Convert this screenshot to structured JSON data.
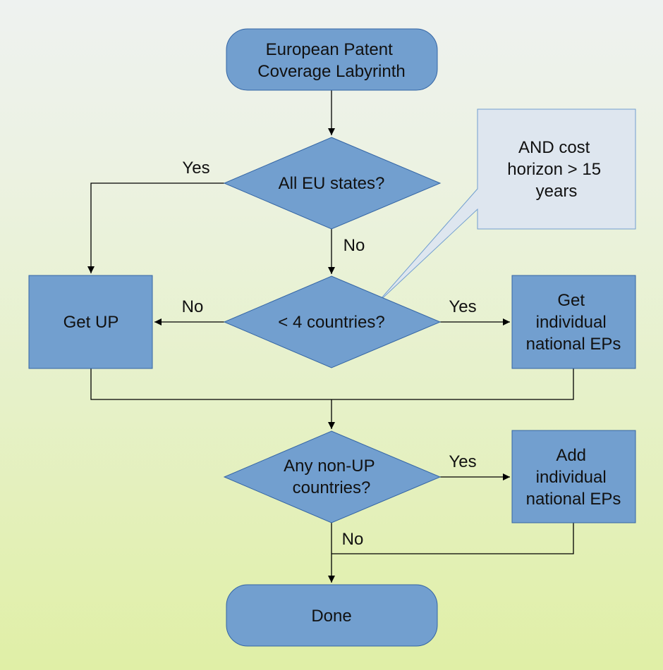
{
  "title": "European Patent Coverage Labyrinth",
  "colors": {
    "node_fill": "#729fcf",
    "node_stroke": "#3465a4",
    "callout_fill": "#dee6ef",
    "callout_stroke": "#729fcf",
    "edge": "#000000"
  },
  "nodes": {
    "start": {
      "lines": [
        "European Patent",
        "Coverage Labyrinth"
      ],
      "shape": "terminator"
    },
    "q_all_eu": {
      "lines": [
        "All EU states?"
      ],
      "shape": "decision"
    },
    "q_lt4": {
      "lines": [
        "< 4 countries?"
      ],
      "shape": "decision"
    },
    "get_up": {
      "lines": [
        "Get UP"
      ],
      "shape": "process"
    },
    "get_national": {
      "lines": [
        "Get",
        "individual",
        "national EPs"
      ],
      "shape": "process"
    },
    "q_non_up": {
      "lines": [
        "Any non-UP",
        "countries?"
      ],
      "shape": "decision"
    },
    "add_national": {
      "lines": [
        "Add",
        "individual",
        "national EPs"
      ],
      "shape": "process"
    },
    "done": {
      "lines": [
        "Done"
      ],
      "shape": "terminator"
    }
  },
  "callout": {
    "lines": [
      "AND cost",
      "horizon > 15",
      "years"
    ],
    "attached_to": "q_lt4"
  },
  "edges": [
    {
      "from": "start",
      "to": "q_all_eu",
      "label": ""
    },
    {
      "from": "q_all_eu",
      "to": "get_up",
      "label": "Yes"
    },
    {
      "from": "q_all_eu",
      "to": "q_lt4",
      "label": "No"
    },
    {
      "from": "q_lt4",
      "to": "get_up",
      "label": "No"
    },
    {
      "from": "q_lt4",
      "to": "get_national",
      "label": "Yes"
    },
    {
      "from": "get_up",
      "to": "q_non_up",
      "label": ""
    },
    {
      "from": "get_national",
      "to": "q_non_up",
      "label": ""
    },
    {
      "from": "q_non_up",
      "to": "add_national",
      "label": "Yes"
    },
    {
      "from": "q_non_up",
      "to": "done",
      "label": "No"
    },
    {
      "from": "add_national",
      "to": "done",
      "label": ""
    }
  ]
}
